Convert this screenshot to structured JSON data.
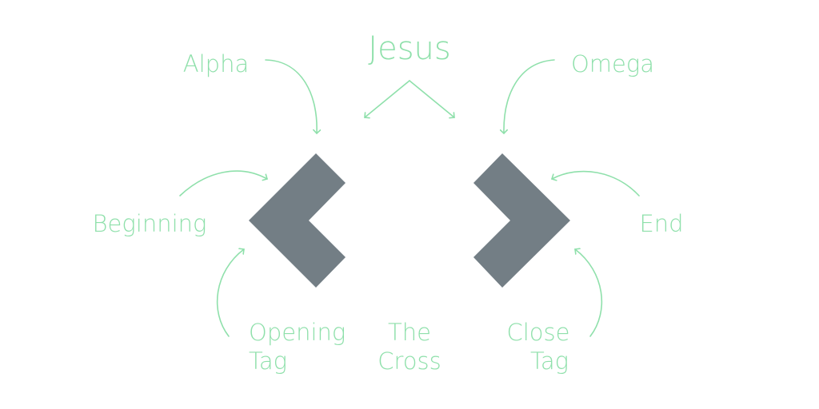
{
  "diagram": {
    "title": "Jesus",
    "colors": {
      "label": "#8fe0ab",
      "chevron": "#737e85",
      "background": "#ffffff"
    },
    "left_symbol": {
      "name": "opening chevron",
      "glyph": "<"
    },
    "right_symbol": {
      "name": "closing chevron",
      "glyph": ">"
    },
    "labels": {
      "alpha": "Alpha",
      "omega": "Omega",
      "beginning": "Beginning",
      "end": "End",
      "opening_tag_line1": "Opening",
      "opening_tag_line2": "Tag",
      "the_cross_line1": "The",
      "the_cross_line2": "Cross",
      "close_tag_line1": "Close",
      "close_tag_line2": "Tag"
    }
  }
}
